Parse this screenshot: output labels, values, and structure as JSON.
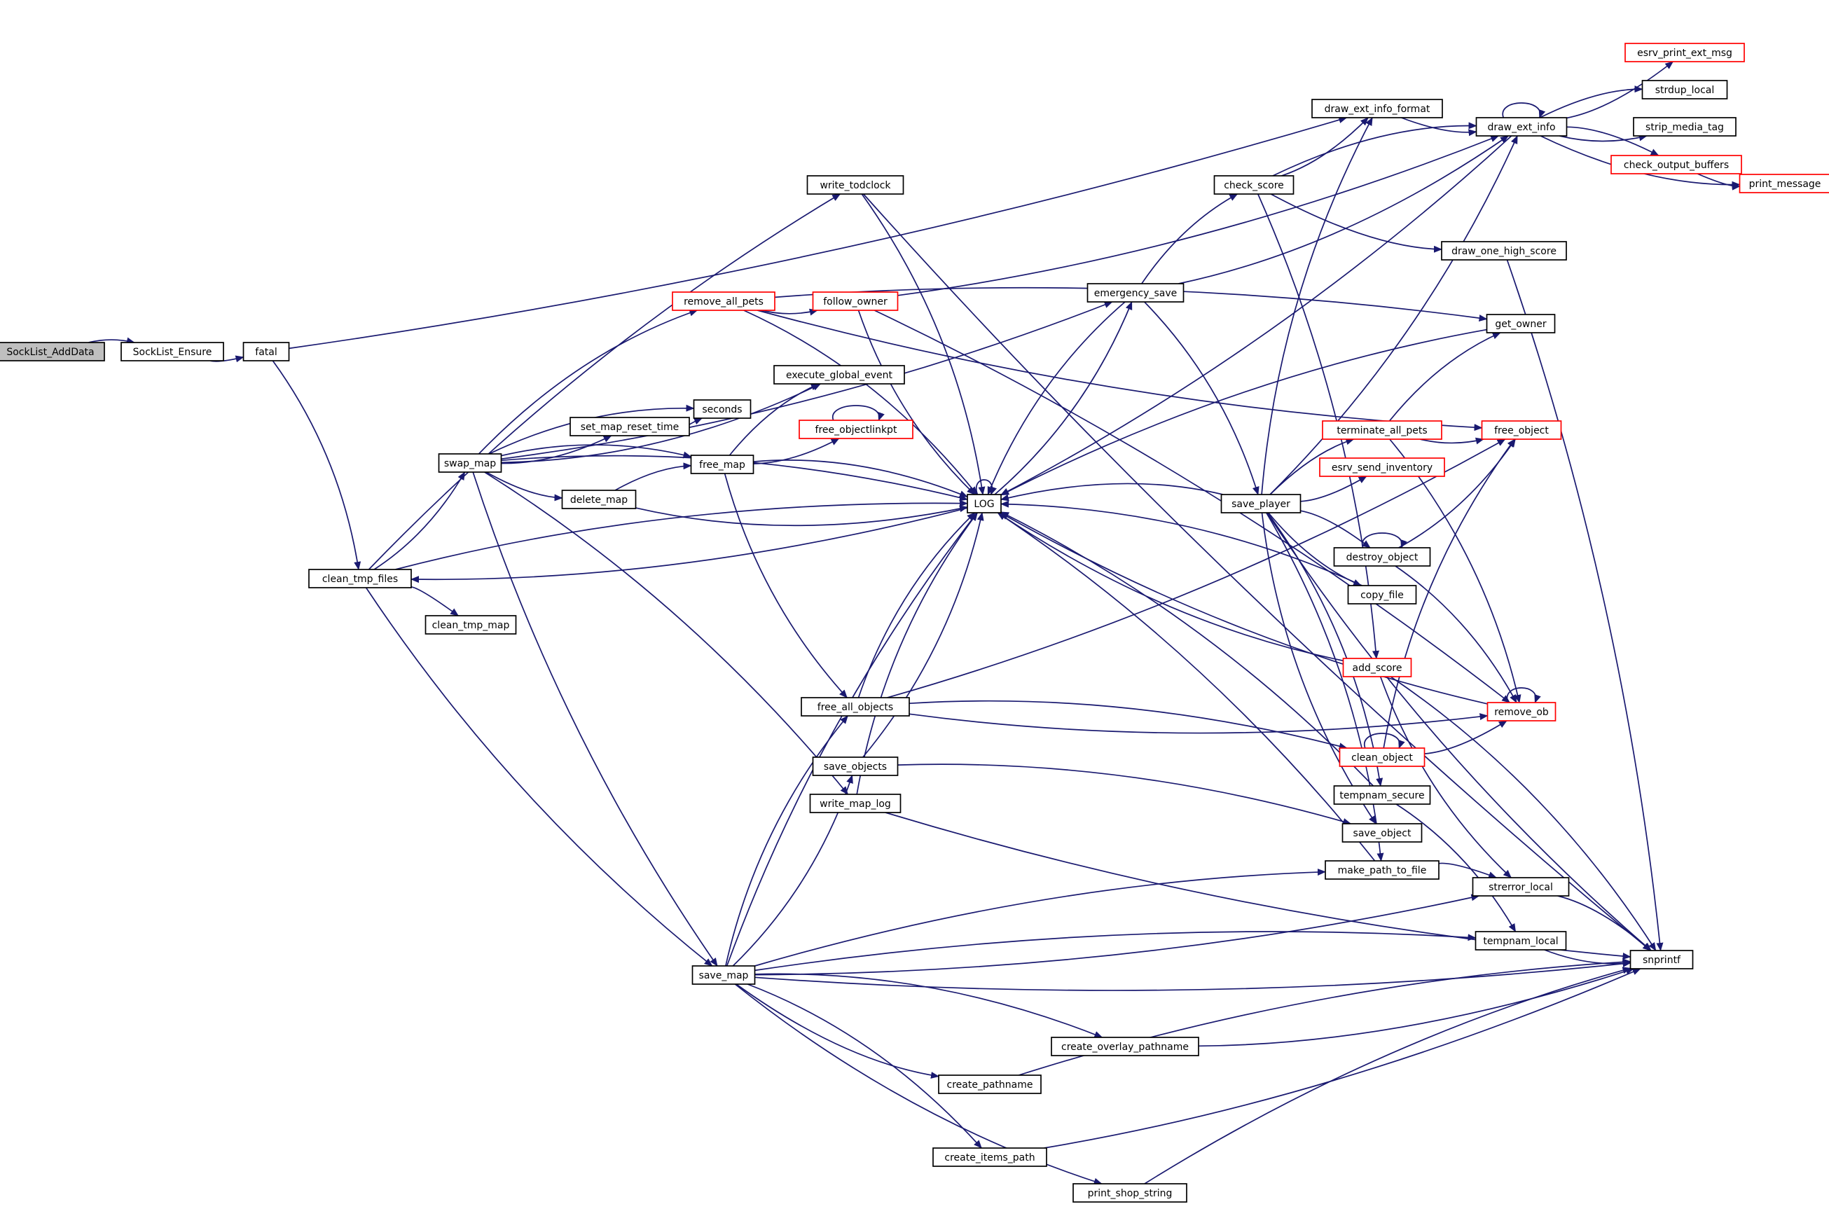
{
  "graph": {
    "type": "call-graph",
    "colors": {
      "edge": "#191970",
      "node_border_normal": "#000000",
      "node_border_truncated": "#ff0000",
      "root_fill": "#bfbfbf",
      "node_fill": "#ffffff"
    },
    "nodes": [
      {
        "id": "sockList_adddata",
        "label": "SockList_AddData",
        "style": "root"
      },
      {
        "id": "socklist_ensure",
        "label": "SockList_Ensure",
        "style": "normal"
      },
      {
        "id": "fatal",
        "label": "fatal",
        "style": "normal"
      },
      {
        "id": "clean_tmp_files",
        "label": "clean_tmp_files",
        "style": "normal"
      },
      {
        "id": "clean_tmp_map",
        "label": "clean_tmp_map",
        "style": "normal"
      },
      {
        "id": "swap_map",
        "label": "swap_map",
        "style": "normal"
      },
      {
        "id": "set_map_reset_time",
        "label": "set_map_reset_time",
        "style": "normal"
      },
      {
        "id": "seconds",
        "label": "seconds",
        "style": "normal"
      },
      {
        "id": "delete_map",
        "label": "delete_map",
        "style": "normal"
      },
      {
        "id": "free_map",
        "label": "free_map",
        "style": "normal"
      },
      {
        "id": "execute_global_event",
        "label": "execute_global_event",
        "style": "normal"
      },
      {
        "id": "free_objectlinkpt",
        "label": "free_objectlinkpt",
        "style": "truncated"
      },
      {
        "id": "remove_all_pets",
        "label": "remove_all_pets",
        "style": "truncated"
      },
      {
        "id": "follow_owner",
        "label": "follow_owner",
        "style": "truncated"
      },
      {
        "id": "write_todclock",
        "label": "write_todclock",
        "style": "normal"
      },
      {
        "id": "log",
        "label": "LOG",
        "style": "normal"
      },
      {
        "id": "emergency_save",
        "label": "emergency_save",
        "style": "normal"
      },
      {
        "id": "check_score",
        "label": "check_score",
        "style": "normal"
      },
      {
        "id": "draw_ext_info_format",
        "label": "draw_ext_info_format",
        "style": "normal"
      },
      {
        "id": "draw_ext_info",
        "label": "draw_ext_info",
        "style": "normal"
      },
      {
        "id": "esrv_print_ext_msg",
        "label": "esrv_print_ext_msg",
        "style": "truncated"
      },
      {
        "id": "strdup_local",
        "label": "strdup_local",
        "style": "normal"
      },
      {
        "id": "strip_media_tag",
        "label": "strip_media_tag",
        "style": "normal"
      },
      {
        "id": "check_output_buffers",
        "label": "check_output_buffers",
        "style": "truncated"
      },
      {
        "id": "print_message",
        "label": "print_message",
        "style": "truncated"
      },
      {
        "id": "draw_one_high_score",
        "label": "draw_one_high_score",
        "style": "normal"
      },
      {
        "id": "get_owner",
        "label": "get_owner",
        "style": "normal"
      },
      {
        "id": "terminate_all_pets",
        "label": "terminate_all_pets",
        "style": "truncated"
      },
      {
        "id": "free_object",
        "label": "free_object",
        "style": "truncated"
      },
      {
        "id": "esrv_send_inventory",
        "label": "esrv_send_inventory",
        "style": "truncated"
      },
      {
        "id": "save_player",
        "label": "save_player",
        "style": "normal"
      },
      {
        "id": "destroy_object",
        "label": "destroy_object",
        "style": "normal"
      },
      {
        "id": "copy_file",
        "label": "copy_file",
        "style": "normal"
      },
      {
        "id": "add_score",
        "label": "add_score",
        "style": "truncated"
      },
      {
        "id": "remove_ob",
        "label": "remove_ob",
        "style": "truncated"
      },
      {
        "id": "free_all_objects",
        "label": "free_all_objects",
        "style": "normal"
      },
      {
        "id": "clean_object",
        "label": "clean_object",
        "style": "truncated"
      },
      {
        "id": "save_objects",
        "label": "save_objects",
        "style": "normal"
      },
      {
        "id": "write_map_log",
        "label": "write_map_log",
        "style": "normal"
      },
      {
        "id": "tempnam_secure",
        "label": "tempnam_secure",
        "style": "normal"
      },
      {
        "id": "save_object",
        "label": "save_object",
        "style": "normal"
      },
      {
        "id": "make_path_to_file",
        "label": "make_path_to_file",
        "style": "normal"
      },
      {
        "id": "strerror_local",
        "label": "strerror_local",
        "style": "normal"
      },
      {
        "id": "tempnam_local",
        "label": "tempnam_local",
        "style": "normal"
      },
      {
        "id": "snprintf",
        "label": "snprintf",
        "style": "normal"
      },
      {
        "id": "save_map",
        "label": "save_map",
        "style": "normal"
      },
      {
        "id": "create_overlay_pathname",
        "label": "create_overlay_pathname",
        "style": "normal"
      },
      {
        "id": "create_pathname",
        "label": "create_pathname",
        "style": "normal"
      },
      {
        "id": "create_items_path",
        "label": "create_items_path",
        "style": "normal"
      },
      {
        "id": "print_shop_string",
        "label": "print_shop_string",
        "style": "normal"
      }
    ],
    "edges": [
      [
        "sockList_adddata",
        "socklist_ensure"
      ],
      [
        "socklist_ensure",
        "fatal"
      ],
      [
        "fatal",
        "clean_tmp_files"
      ],
      [
        "fatal",
        "draw_ext_info_format"
      ],
      [
        "clean_tmp_files",
        "clean_tmp_map"
      ],
      [
        "clean_tmp_files",
        "swap_map"
      ],
      [
        "clean_tmp_files",
        "log"
      ],
      [
        "clean_tmp_files",
        "save_map"
      ],
      [
        "clean_tmp_files",
        "write_todclock"
      ],
      [
        "swap_map",
        "set_map_reset_time"
      ],
      [
        "swap_map",
        "seconds"
      ],
      [
        "swap_map",
        "delete_map"
      ],
      [
        "swap_map",
        "free_map"
      ],
      [
        "swap_map",
        "execute_global_event"
      ],
      [
        "swap_map",
        "remove_all_pets"
      ],
      [
        "swap_map",
        "emergency_save"
      ],
      [
        "swap_map",
        "log"
      ],
      [
        "swap_map",
        "save_map"
      ],
      [
        "swap_map",
        "write_map_log"
      ],
      [
        "set_map_reset_time",
        "seconds"
      ],
      [
        "delete_map",
        "free_map"
      ],
      [
        "delete_map",
        "log"
      ],
      [
        "free_map",
        "execute_global_event"
      ],
      [
        "free_map",
        "free_objectlinkpt"
      ],
      [
        "free_map",
        "log"
      ],
      [
        "free_map",
        "free_all_objects"
      ],
      [
        "free_objectlinkpt",
        "free_objectlinkpt"
      ],
      [
        "remove_all_pets",
        "follow_owner"
      ],
      [
        "remove_all_pets",
        "get_owner"
      ],
      [
        "remove_all_pets",
        "free_object"
      ],
      [
        "remove_all_pets",
        "log"
      ],
      [
        "follow_owner",
        "draw_ext_info"
      ],
      [
        "follow_owner",
        "remove_ob"
      ],
      [
        "follow_owner",
        "log"
      ],
      [
        "write_todclock",
        "log"
      ],
      [
        "write_todclock",
        "snprintf"
      ],
      [
        "log",
        "log"
      ],
      [
        "log",
        "emergency_save"
      ],
      [
        "log",
        "clean_tmp_files"
      ],
      [
        "emergency_save",
        "log"
      ],
      [
        "emergency_save",
        "check_score"
      ],
      [
        "emergency_save",
        "draw_ext_info"
      ],
      [
        "emergency_save",
        "save_player"
      ],
      [
        "check_score",
        "draw_ext_info_format"
      ],
      [
        "check_score",
        "draw_ext_info"
      ],
      [
        "check_score",
        "draw_one_high_score"
      ],
      [
        "check_score",
        "add_score"
      ],
      [
        "draw_ext_info_format",
        "draw_ext_info"
      ],
      [
        "draw_ext_info",
        "draw_ext_info"
      ],
      [
        "draw_ext_info",
        "esrv_print_ext_msg"
      ],
      [
        "draw_ext_info",
        "strdup_local"
      ],
      [
        "draw_ext_info",
        "strip_media_tag"
      ],
      [
        "draw_ext_info",
        "check_output_buffers"
      ],
      [
        "draw_ext_info",
        "print_message"
      ],
      [
        "draw_ext_info",
        "log"
      ],
      [
        "check_output_buffers",
        "print_message"
      ],
      [
        "draw_one_high_score",
        "snprintf"
      ],
      [
        "get_owner",
        "log"
      ],
      [
        "terminate_all_pets",
        "get_owner"
      ],
      [
        "terminate_all_pets",
        "free_object"
      ],
      [
        "terminate_all_pets",
        "remove_ob"
      ],
      [
        "save_player",
        "log"
      ],
      [
        "save_player",
        "draw_ext_info_format"
      ],
      [
        "save_player",
        "draw_ext_info"
      ],
      [
        "save_player",
        "terminate_all_pets"
      ],
      [
        "save_player",
        "esrv_send_inventory"
      ],
      [
        "save_player",
        "destroy_object"
      ],
      [
        "save_player",
        "copy_file"
      ],
      [
        "save_player",
        "tempnam_secure"
      ],
      [
        "save_player",
        "save_object"
      ],
      [
        "save_player",
        "make_path_to_file"
      ],
      [
        "save_player",
        "snprintf"
      ],
      [
        "destroy_object",
        "destroy_object"
      ],
      [
        "destroy_object",
        "free_object"
      ],
      [
        "destroy_object",
        "remove_ob"
      ],
      [
        "copy_file",
        "log"
      ],
      [
        "add_score",
        "log"
      ],
      [
        "add_score",
        "strerror_local"
      ],
      [
        "add_score",
        "snprintf"
      ],
      [
        "remove_ob",
        "remove_ob"
      ],
      [
        "remove_ob",
        "log"
      ],
      [
        "free_all_objects",
        "free_object"
      ],
      [
        "free_all_objects",
        "clean_object"
      ],
      [
        "free_all_objects",
        "remove_ob"
      ],
      [
        "free_all_objects",
        "log"
      ],
      [
        "clean_object",
        "clean_object"
      ],
      [
        "clean_object",
        "free_object"
      ],
      [
        "clean_object",
        "remove_ob"
      ],
      [
        "save_objects",
        "save_object"
      ],
      [
        "save_objects",
        "log"
      ],
      [
        "write_map_log",
        "log"
      ],
      [
        "write_map_log",
        "snprintf"
      ],
      [
        "tempnam_secure",
        "tempnam_local"
      ],
      [
        "tempnam_secure",
        "log"
      ],
      [
        "make_path_to_file",
        "strerror_local"
      ],
      [
        "make_path_to_file",
        "log"
      ],
      [
        "strerror_local",
        "snprintf"
      ],
      [
        "tempnam_local",
        "snprintf"
      ],
      [
        "save_map",
        "free_all_objects"
      ],
      [
        "save_map",
        "save_objects"
      ],
      [
        "save_map",
        "make_path_to_file"
      ],
      [
        "save_map",
        "strerror_local"
      ],
      [
        "save_map",
        "tempnam_local"
      ],
      [
        "save_map",
        "snprintf"
      ],
      [
        "save_map",
        "create_overlay_pathname"
      ],
      [
        "save_map",
        "create_pathname"
      ],
      [
        "save_map",
        "create_items_path"
      ],
      [
        "save_map",
        "print_shop_string"
      ],
      [
        "save_map",
        "log"
      ],
      [
        "create_overlay_pathname",
        "snprintf"
      ],
      [
        "create_pathname",
        "snprintf"
      ],
      [
        "create_items_path",
        "snprintf"
      ],
      [
        "print_shop_string",
        "snprintf"
      ]
    ]
  }
}
